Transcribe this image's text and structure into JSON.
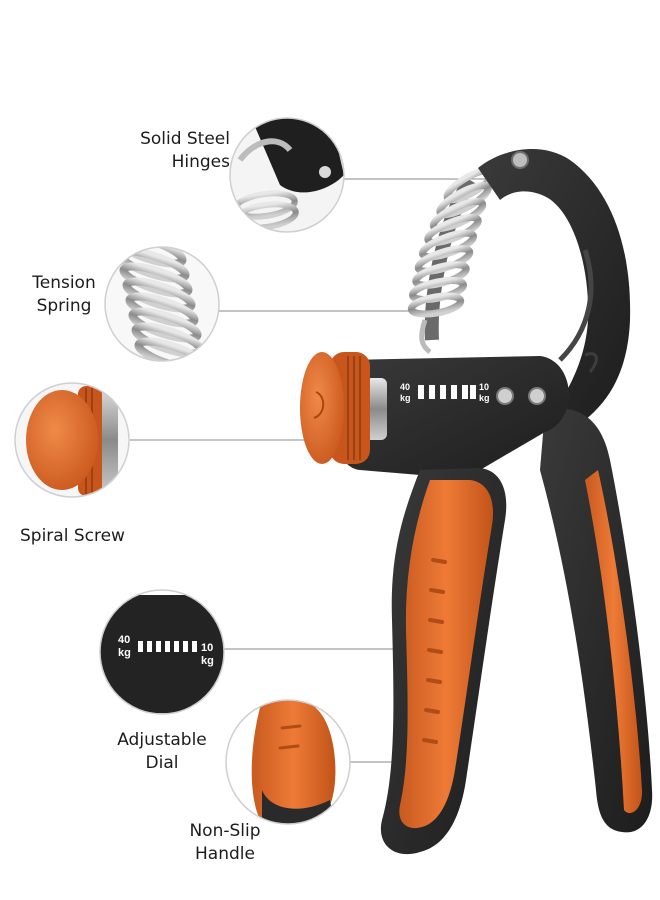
{
  "callouts": [
    {
      "id": "hinges",
      "lines": [
        "Solid Steel",
        "Hinges"
      ],
      "icon": "steel-hinge-icon"
    },
    {
      "id": "spring",
      "lines": [
        "Tension",
        "Spring"
      ],
      "icon": "coil-spring-icon"
    },
    {
      "id": "screw",
      "lines": [
        "Spiral Screw"
      ],
      "icon": "spiral-screw-icon"
    },
    {
      "id": "dial",
      "lines": [
        "Adjustable",
        "Dial"
      ],
      "icon": "adjustment-dial-icon"
    },
    {
      "id": "handle",
      "lines": [
        "Non-Slip",
        "Handle"
      ],
      "icon": "non-slip-handle-icon"
    }
  ],
  "dial": {
    "max": "40",
    "min": "10",
    "unit": "kg"
  },
  "colors": {
    "body": "#2b2b2b",
    "body_dark": "#1c1c1c",
    "accent_orange": "#e0702f",
    "orange_dark": "#b8541d",
    "steel": "#9a9a9a",
    "line": "#9a9a9a"
  }
}
